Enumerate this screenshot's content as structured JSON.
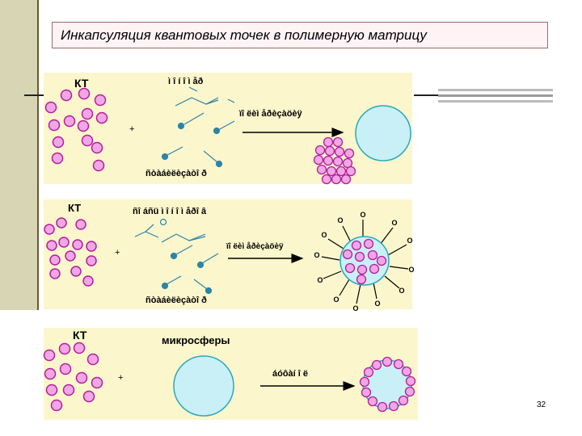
{
  "slide": {
    "title": "Инкапсуляция квантовых точек в полимерную матрицу",
    "page_number": "32"
  },
  "panels": [
    {
      "qd_label": "КТ",
      "top_label": "ì î í î ì åð",
      "arrow_label": "ïî ëèì åðèçàöèÿ",
      "bottom_label": "ñòàáèëèçàòî ð",
      "plus": "+"
    },
    {
      "qd_label": "КТ",
      "top_label": "ñî áñü ì î í î ì åðî â",
      "arrow_label": "ïî ëèì åðèçàöèÿ",
      "bottom_label": "ñòàáèëèçàòî ð",
      "plus": "+",
      "o_label": "O"
    },
    {
      "qd_label": "КТ",
      "top_label": "микросферы",
      "arrow_label": "áóôàí î ë",
      "plus": "+"
    }
  ],
  "colors": {
    "panel_bg": "#fbf6cc",
    "dot_fill": "#f2a6e6",
    "dot_stroke": "#b0209a",
    "sphere_fill": "#c9f0f6",
    "sphere_stroke": "#2aa8c0",
    "molecule": "#2d84a8"
  }
}
